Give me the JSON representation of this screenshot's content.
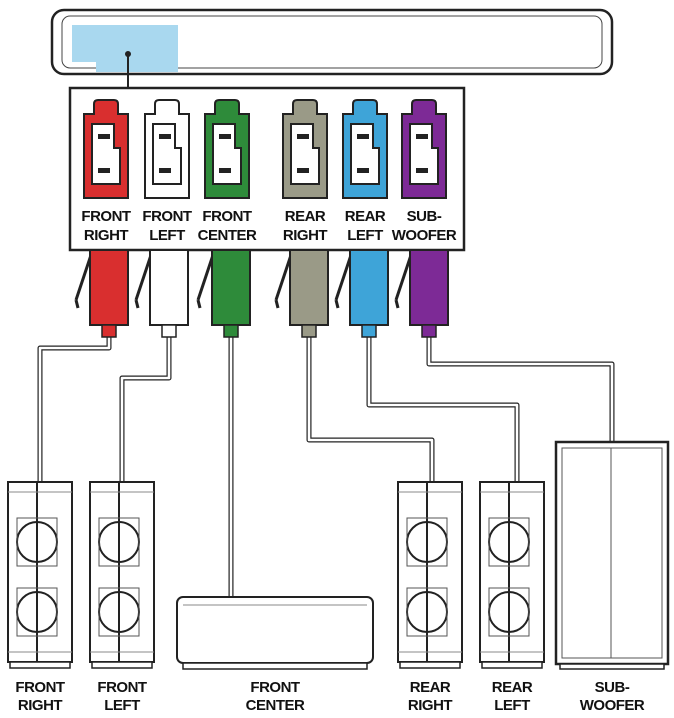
{
  "colors": {
    "outline": "#222222",
    "display_blue": "#a9d8ef"
  },
  "connectors": [
    {
      "key": "fr",
      "line1": "FRONT",
      "line2": "RIGHT",
      "color": "#d92f2f"
    },
    {
      "key": "fl",
      "line1": "FRONT",
      "line2": "LEFT",
      "color": "#ffffff"
    },
    {
      "key": "fc",
      "line1": "FRONT",
      "line2": "CENTER",
      "color": "#2e8b3a"
    },
    {
      "key": "rr",
      "line1": "REAR",
      "line2": "RIGHT",
      "color": "#9a9a87"
    },
    {
      "key": "rl",
      "line1": "REAR",
      "line2": "LEFT",
      "color": "#3ea4d8"
    },
    {
      "key": "sw",
      "line1": "SUB-",
      "line2": "WOOFER",
      "color": "#7d2a96"
    }
  ],
  "speakers": [
    {
      "key": "fr",
      "line1": "FRONT",
      "line2": "RIGHT"
    },
    {
      "key": "fl",
      "line1": "FRONT",
      "line2": "LEFT"
    },
    {
      "key": "fc",
      "line1": "FRONT",
      "line2": "CENTER"
    },
    {
      "key": "rr",
      "line1": "REAR",
      "line2": "RIGHT"
    },
    {
      "key": "rl",
      "line1": "REAR",
      "line2": "LEFT"
    },
    {
      "key": "sw",
      "line1": "SUB-",
      "line2": "WOOFER"
    }
  ]
}
